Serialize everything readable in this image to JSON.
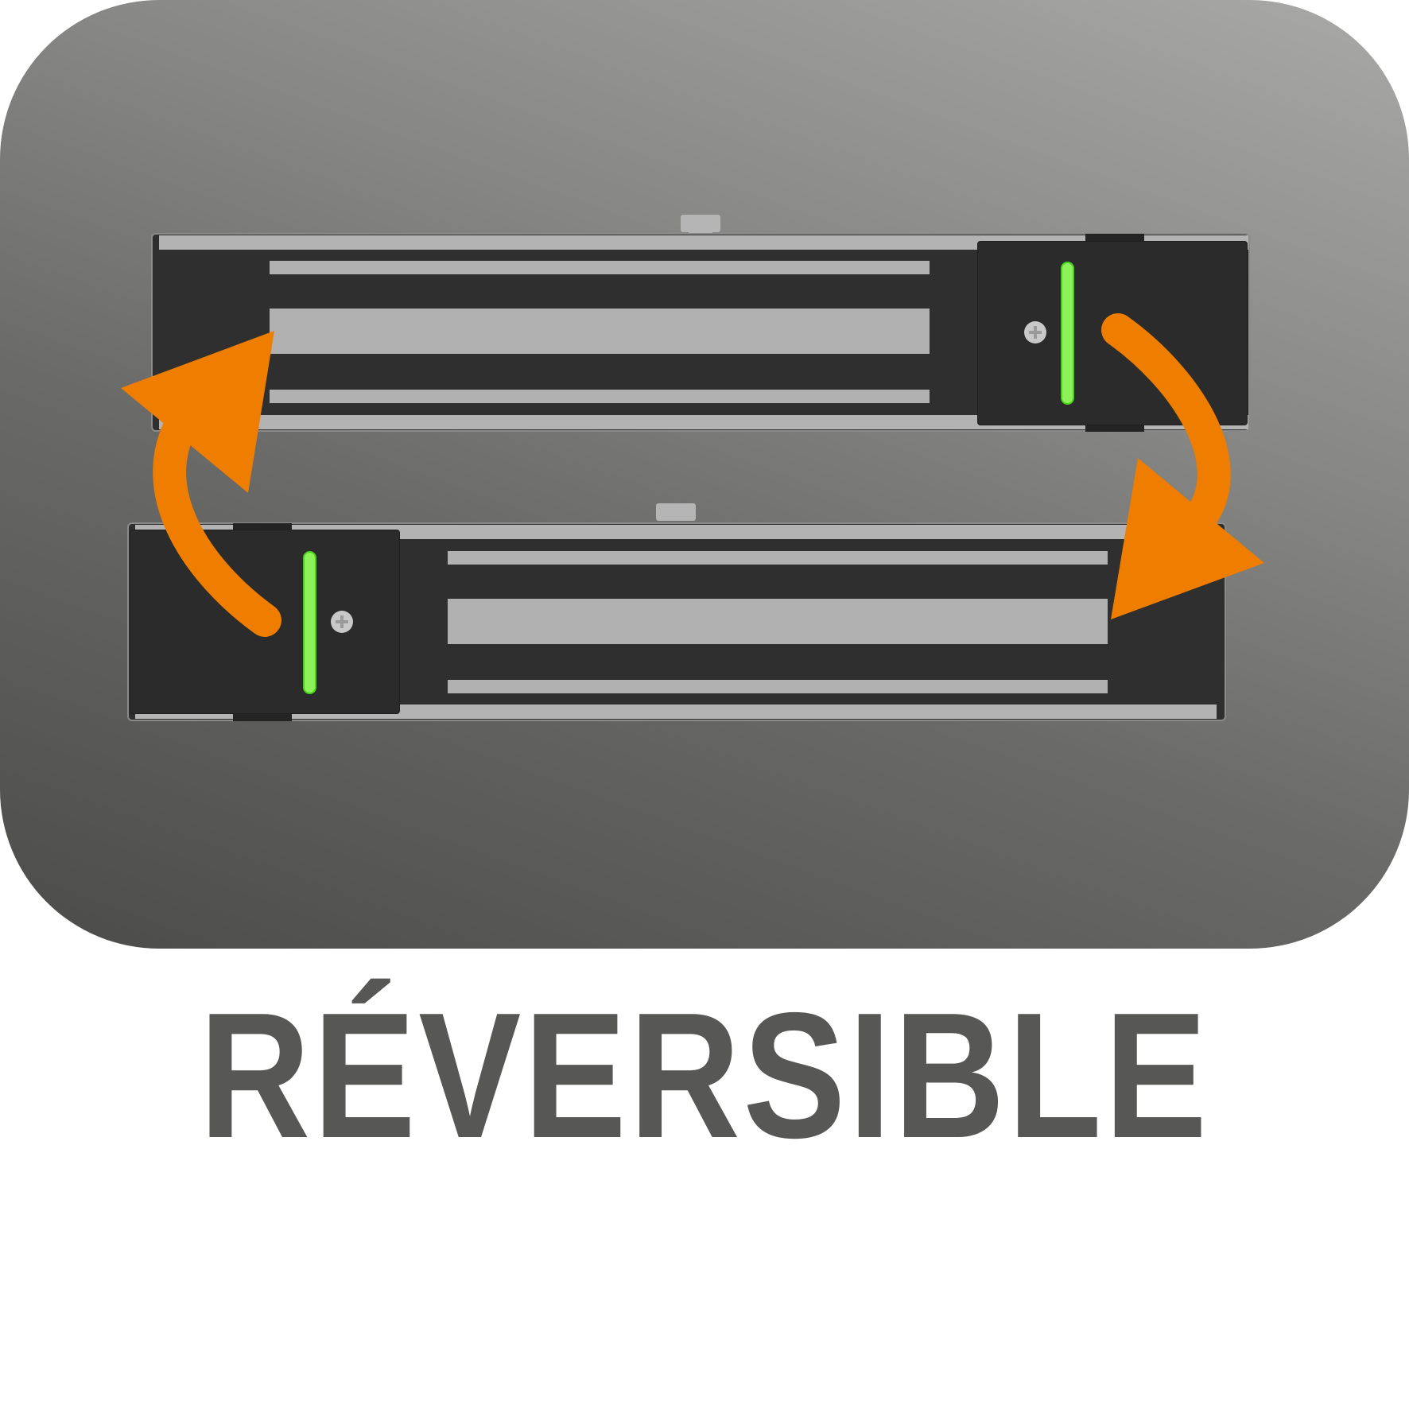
{
  "title": "RÉVERSIBLE",
  "colors": {
    "panel_light": "#a9a9a7",
    "panel_dark": "#4b4b49",
    "arrow": "#ee7d00",
    "led": "#8df25a",
    "text": "#575756"
  },
  "icons": [
    "rotate-arrow-icon",
    "rotate-arrow-icon",
    "led-indicator-icon",
    "screw-icon"
  ],
  "devices": [
    {
      "name": "top-magnetic-lock",
      "cap_side": "right"
    },
    {
      "name": "bottom-magnetic-lock",
      "cap_side": "left"
    }
  ]
}
